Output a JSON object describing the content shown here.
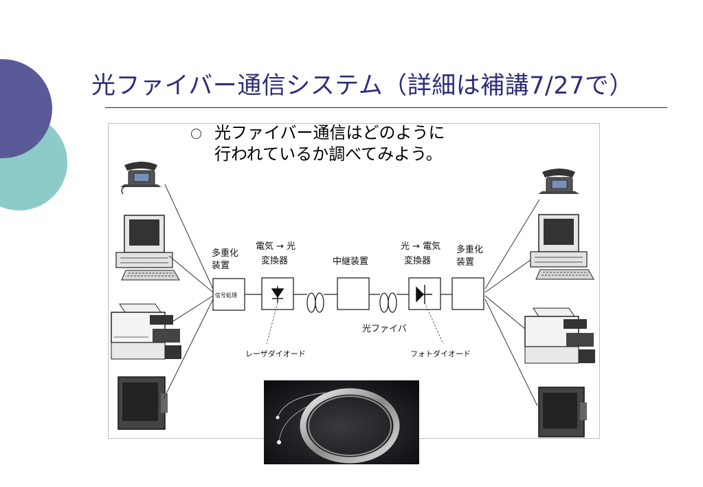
{
  "slide": {
    "title": "光ファイバー通信システム（詳細は補講7/27で）"
  },
  "bullet": {
    "text": "光ファイバー通信はどのように\n行われているか調べてみよう。"
  },
  "diagram": {
    "labels": {
      "mux_left": "多重化\n装置",
      "mux_left_inner": "信号処理",
      "e_to_o": "電気 → 光\n変換器",
      "repeater": "中継装置",
      "o_to_e": "光 → 電気\n変換器",
      "mux_right": "多重化\n装置",
      "fiber": "光ファイバ",
      "laser_diode": "レーザダイオード",
      "photodiode": "フォトダイオード"
    },
    "icons": {
      "left": [
        "telephone-icon",
        "computer-icon",
        "printer-icon",
        "tv-monitor-icon"
      ],
      "right": [
        "telephone-icon",
        "computer-icon",
        "printer-icon",
        "tv-monitor-icon"
      ]
    }
  },
  "colors": {
    "title": "#2e2d7a",
    "deco_purple": "#5b5a98",
    "deco_teal": "#8ccbc8"
  }
}
